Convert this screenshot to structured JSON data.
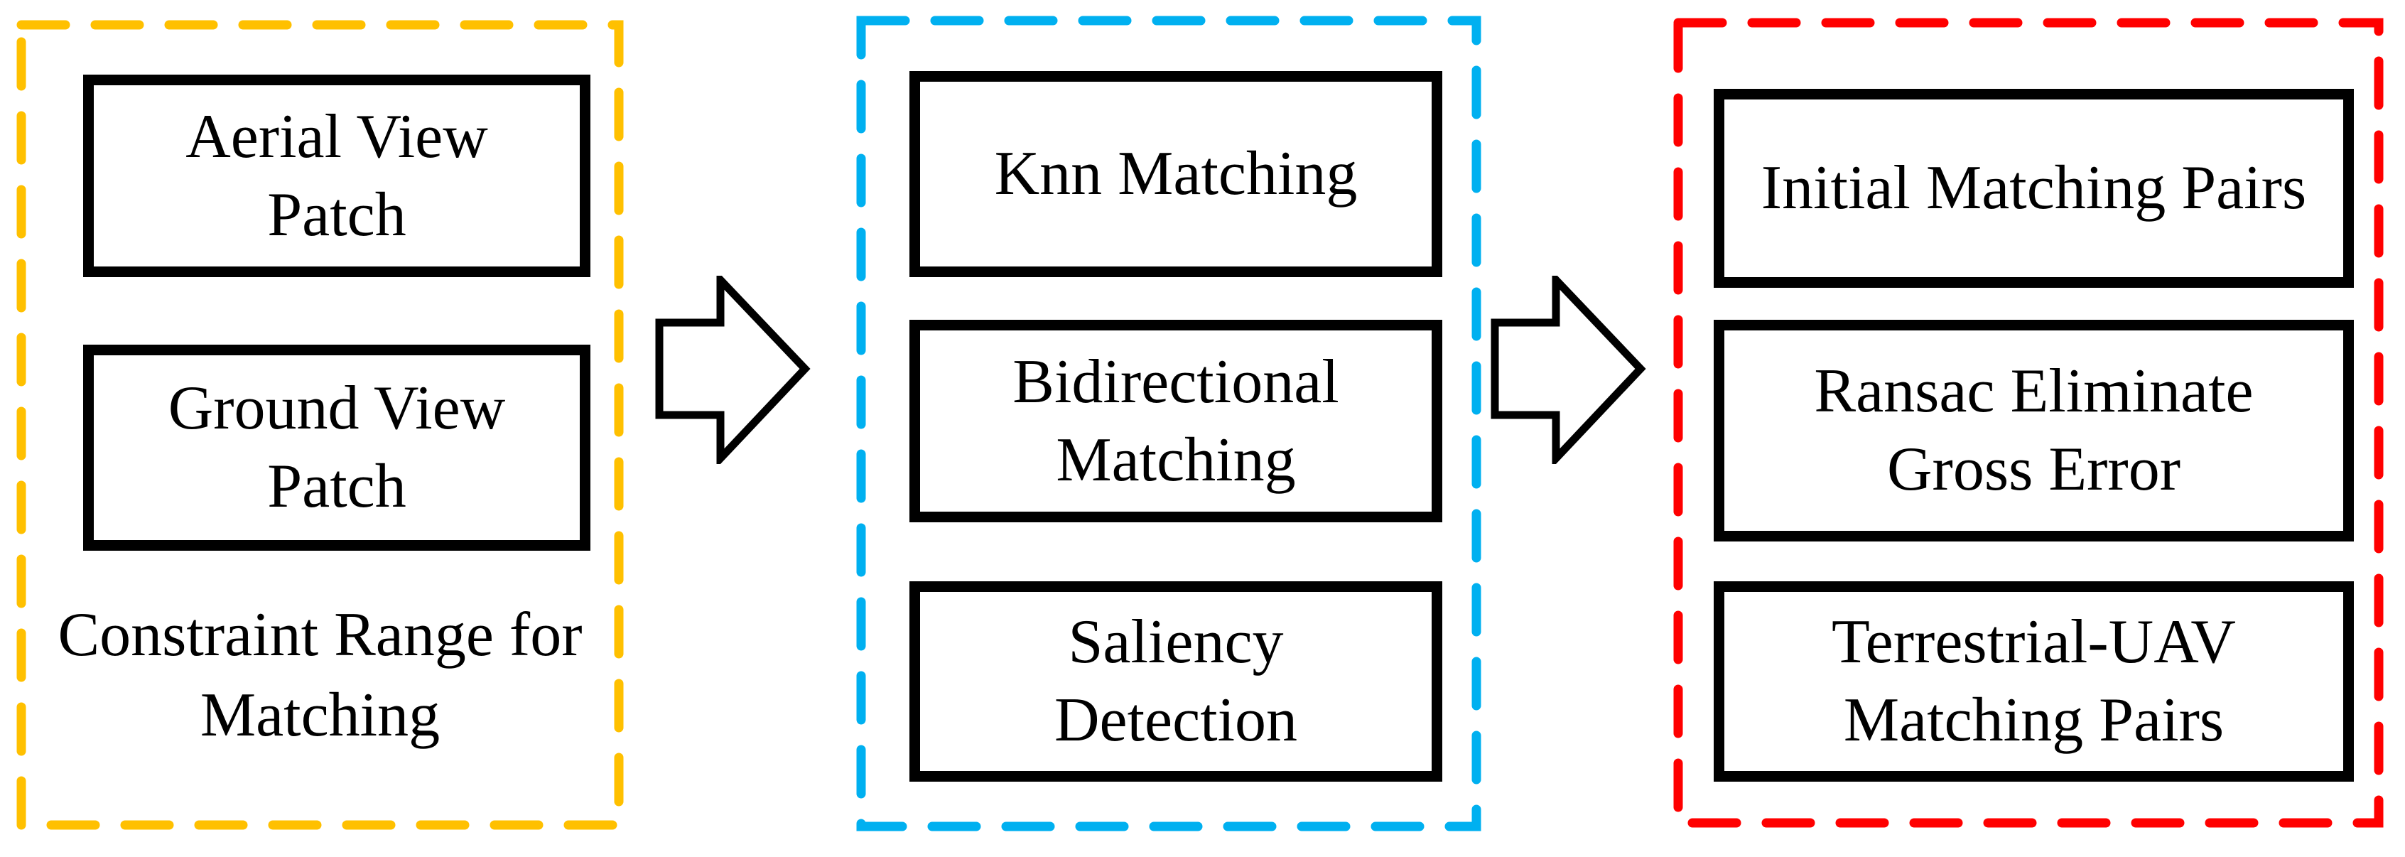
{
  "figure": {
    "type": "flow-diagram",
    "direction": "left-to-right"
  },
  "groups": [
    {
      "name": "constraint-input-group",
      "accent_color": "#FFC000",
      "boxes": [
        {
          "label": "Aerial View\nPatch"
        },
        {
          "label": "Ground View\nPatch"
        }
      ],
      "caption": "Constraint Range for\nMatching"
    },
    {
      "name": "matching-process-group",
      "accent_color": "#00B0F0",
      "boxes": [
        {
          "label": "Knn Matching"
        },
        {
          "label": "Bidirectional\nMatching"
        },
        {
          "label": "Saliency\nDetection"
        }
      ]
    },
    {
      "name": "matching-result-group",
      "accent_color": "#FF0000",
      "boxes": [
        {
          "label": "Initial Matching Pairs"
        },
        {
          "label": "Ransac Eliminate\nGross Error"
        },
        {
          "label": "Terrestrial-UAV\nMatching Pairs"
        }
      ]
    }
  ],
  "arrows": [
    {
      "name": "arrow-1",
      "direction": "right"
    },
    {
      "name": "arrow-2",
      "direction": "right"
    }
  ],
  "colors": {
    "box_border": "#000000",
    "text": "#000000",
    "background": "#FFFFFF"
  }
}
